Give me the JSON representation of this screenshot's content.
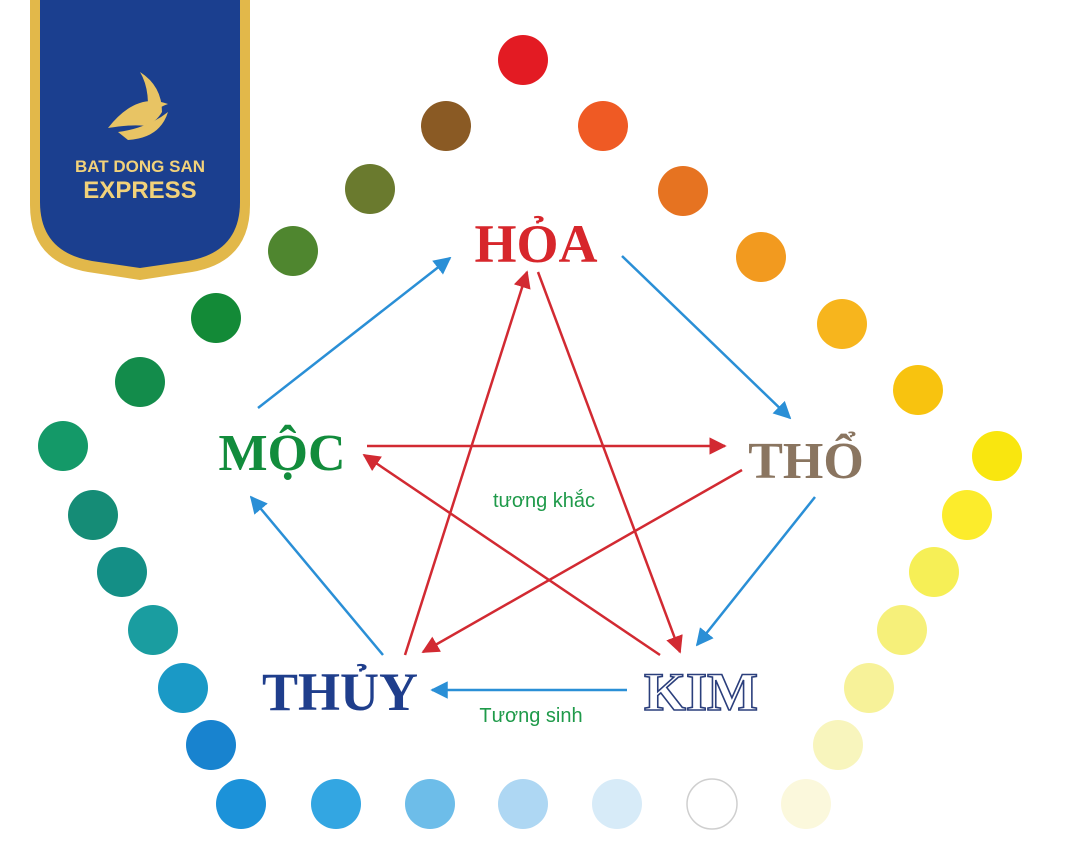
{
  "logo": {
    "line1": "BAT DONG SAN",
    "line2": "EXPRESS",
    "shield_color": "#1b3f8f",
    "border_color": "#e2b84a",
    "text_color": "#f2d27a"
  },
  "elements": {
    "hoa": {
      "label": "HỎA",
      "color": "#d7262b"
    },
    "tho": {
      "label": "THỔ",
      "color": "#8a7560"
    },
    "kim": {
      "label": "KIM",
      "color": "#ffffff",
      "outline": "#2b3f7c"
    },
    "thuy": {
      "label": "THỦY",
      "color": "#1f3e8c"
    },
    "moc": {
      "label": "MỘC",
      "color": "#128c3c"
    }
  },
  "captions": {
    "khac": "tương khắc",
    "sinh": "Tương sinh",
    "color": "#1f9a4a"
  },
  "arrows": {
    "sinh_color": "#2a8fd6",
    "khac_color": "#d22a32"
  },
  "color_dots": [
    "#e31b23",
    "#ef5a24",
    "#e67321",
    "#f29a1f",
    "#f7b51d",
    "#f8c30f",
    "#f9e60f",
    "#fcec2c",
    "#f6ef56",
    "#f6f07a",
    "#f7f299",
    "#f8f5bd",
    "#fbf8dc",
    "#ffffff",
    "#d7ebf8",
    "#aed7f3",
    "#6dbde9",
    "#33a6e2",
    "#1c92d9",
    "#1883cf",
    "#1a99c6",
    "#1a9da0",
    "#148f86",
    "#158c76",
    "#149968",
    "#138c4b",
    "#138a37",
    "#4f862f",
    "#6a7a2e",
    "#8a5a24",
    "#a34a1e"
  ]
}
